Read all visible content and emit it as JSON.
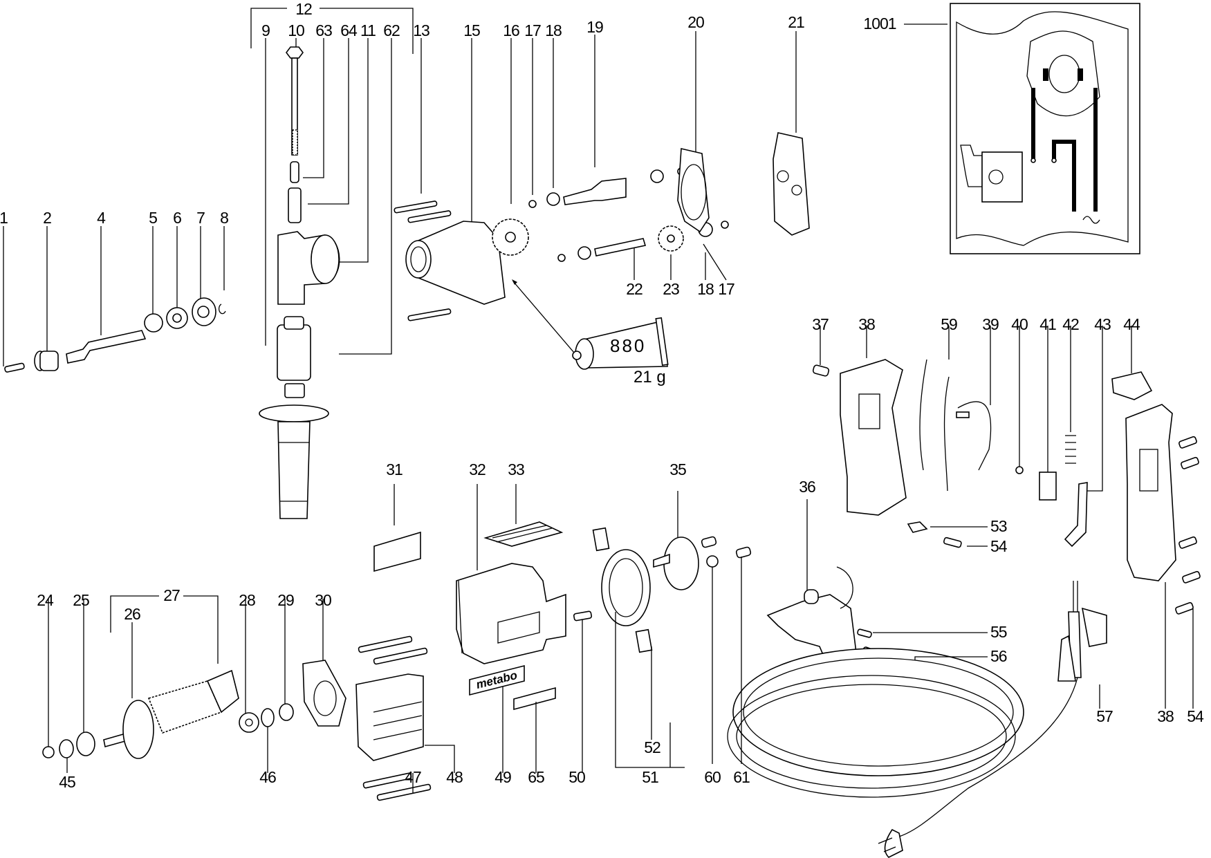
{
  "diagram": {
    "title_group": "12",
    "grease_tube": {
      "code": "880",
      "amount": "21 g"
    },
    "brand_plate": "metabo",
    "schematic_label": "1001",
    "schematic_symbol": "~",
    "labels": [
      {
        "id": "1",
        "text": "1"
      },
      {
        "id": "2",
        "text": "2"
      },
      {
        "id": "4",
        "text": "4"
      },
      {
        "id": "5",
        "text": "5"
      },
      {
        "id": "6",
        "text": "6"
      },
      {
        "id": "7",
        "text": "7"
      },
      {
        "id": "8",
        "text": "8"
      },
      {
        "id": "9",
        "text": "9"
      },
      {
        "id": "10",
        "text": "10"
      },
      {
        "id": "63",
        "text": "63"
      },
      {
        "id": "64",
        "text": "64"
      },
      {
        "id": "11",
        "text": "11"
      },
      {
        "id": "62",
        "text": "62"
      },
      {
        "id": "12",
        "text": "12"
      },
      {
        "id": "13",
        "text": "13"
      },
      {
        "id": "15",
        "text": "15"
      },
      {
        "id": "16",
        "text": "16"
      },
      {
        "id": "17a",
        "text": "17"
      },
      {
        "id": "18a",
        "text": "18"
      },
      {
        "id": "19",
        "text": "19"
      },
      {
        "id": "20",
        "text": "20"
      },
      {
        "id": "21",
        "text": "21"
      },
      {
        "id": "1001",
        "text": "1001"
      },
      {
        "id": "22",
        "text": "22"
      },
      {
        "id": "23",
        "text": "23"
      },
      {
        "id": "18b",
        "text": "18"
      },
      {
        "id": "17b",
        "text": "17"
      },
      {
        "id": "37",
        "text": "37"
      },
      {
        "id": "38a",
        "text": "38"
      },
      {
        "id": "59",
        "text": "59"
      },
      {
        "id": "39",
        "text": "39"
      },
      {
        "id": "40",
        "text": "40"
      },
      {
        "id": "41",
        "text": "41"
      },
      {
        "id": "42",
        "text": "42"
      },
      {
        "id": "43",
        "text": "43"
      },
      {
        "id": "44",
        "text": "44"
      },
      {
        "id": "31",
        "text": "31"
      },
      {
        "id": "32",
        "text": "32"
      },
      {
        "id": "33",
        "text": "33"
      },
      {
        "id": "35",
        "text": "35"
      },
      {
        "id": "36",
        "text": "36"
      },
      {
        "id": "53",
        "text": "53"
      },
      {
        "id": "54a",
        "text": "54"
      },
      {
        "id": "24",
        "text": "24"
      },
      {
        "id": "25",
        "text": "25"
      },
      {
        "id": "27",
        "text": "27"
      },
      {
        "id": "26",
        "text": "26"
      },
      {
        "id": "28",
        "text": "28"
      },
      {
        "id": "29",
        "text": "29"
      },
      {
        "id": "30",
        "text": "30"
      },
      {
        "id": "55",
        "text": "55"
      },
      {
        "id": "56",
        "text": "56"
      },
      {
        "id": "57",
        "text": "57"
      },
      {
        "id": "38b",
        "text": "38"
      },
      {
        "id": "54b",
        "text": "54"
      },
      {
        "id": "45",
        "text": "45"
      },
      {
        "id": "46",
        "text": "46"
      },
      {
        "id": "47",
        "text": "47"
      },
      {
        "id": "48",
        "text": "48"
      },
      {
        "id": "49",
        "text": "49"
      },
      {
        "id": "65",
        "text": "65"
      },
      {
        "id": "50",
        "text": "50"
      },
      {
        "id": "51",
        "text": "51"
      },
      {
        "id": "52",
        "text": "52"
      },
      {
        "id": "60",
        "text": "60"
      },
      {
        "id": "61",
        "text": "61"
      }
    ]
  }
}
